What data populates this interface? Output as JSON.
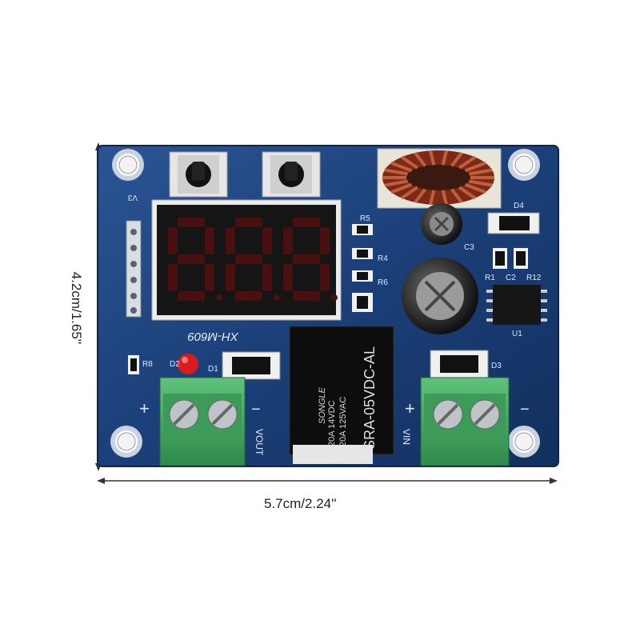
{
  "dimensions": {
    "width_label": "5.7cm/2.24''",
    "height_label": "4.2cm/1.65''"
  },
  "board": {
    "model_label": "XH-M609",
    "display_digits": "888",
    "relay_brand": "SONGLE",
    "relay_model": "SRA-05VDC-AL",
    "relay_rating_1": "20A 14VDC",
    "relay_rating_2": "20A 125VAC",
    "silkscreen": {
      "v3": "V3",
      "vout": "VOUT",
      "vin": "VIN",
      "plus_left": "+",
      "minus_left": "−",
      "plus_right": "+",
      "minus_right": "−",
      "d2": "D2",
      "r8": "R8",
      "d1": "D1",
      "d3": "D3",
      "d4": "D4",
      "r5": "R5",
      "r4": "R4",
      "r6": "R6",
      "c3": "C3",
      "r1": "R1",
      "c2": "C2",
      "r12": "R12",
      "u1": "U1"
    },
    "colors": {
      "pcb": "#1a3a6e",
      "terminal": "#4caf6a",
      "display": "#151515",
      "segment": "#4a1010",
      "led": "#d81b1b"
    }
  }
}
